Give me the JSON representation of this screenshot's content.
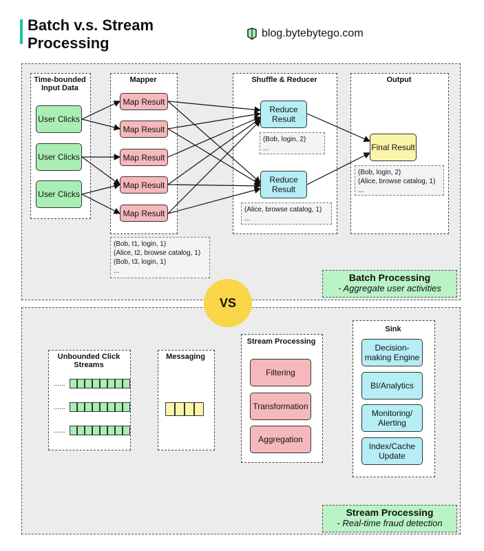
{
  "header": {
    "title": "Batch v.s. Stream Processing",
    "blog": "blog.bytebytego.com",
    "logo_icon": "bytebytego-logo-icon"
  },
  "batch": {
    "columns": {
      "input": "Time-bounded Input Data",
      "mapper": "Mapper",
      "shuffle": "Shuffle & Reducer",
      "output": "Output"
    },
    "inputs": [
      "User Clicks",
      "User Clicks",
      "User Clicks"
    ],
    "maps": [
      "Map Result",
      "Map Result",
      "Map Result",
      "Map Result",
      "Map Result"
    ],
    "reducers": [
      "Reduce Result",
      "Reduce Result"
    ],
    "final": "Final Result",
    "mapper_note": [
      "(Bob, t1, login, 1)",
      "(Alice, t2, browse catalog, 1)",
      "(Bob, t3, login, 1)",
      "..."
    ],
    "reducer1_note": [
      "(Bob, login, 2)",
      "..."
    ],
    "reducer2_note": [
      "(Alice, browse catalog, 1)",
      "..."
    ],
    "output_note": [
      "(Bob, login, 2)",
      "(Alice, browse catalog, 1)",
      "..."
    ],
    "label_title": "Batch Processing",
    "label_sub": "- Aggregate user activities"
  },
  "vs": "VS",
  "stream": {
    "unbounded_title": "Unbounded Click Streams",
    "stream_dots": [
      "......",
      "......",
      "......"
    ],
    "messaging_title": "Messaging",
    "processing_title": "Stream Processing",
    "processing": [
      "Filtering",
      "Transformation",
      "Aggregation"
    ],
    "sink_title": "Sink",
    "sinks": [
      "Decision-making Engine",
      "BI/Analytics",
      "Monitoring/ Alerting",
      "Index/Cache Update"
    ],
    "label_title": "Stream Processing",
    "label_sub": "- Real-time fraud detection"
  }
}
